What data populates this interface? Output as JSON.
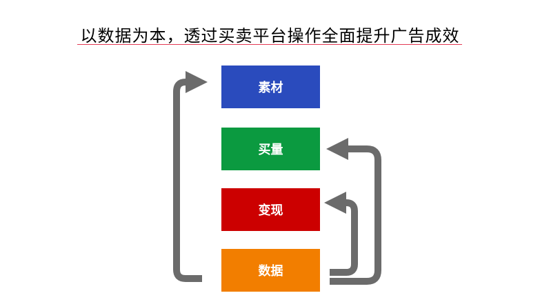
{
  "title": "以数据为本，透过买卖平台操作全面提升广告成效",
  "steps": [
    {
      "label": "素材",
      "color": "#2a4bbd"
    },
    {
      "label": "买量",
      "color": "#0b9a40"
    },
    {
      "label": "变现",
      "color": "#cc0000"
    },
    {
      "label": "数据",
      "color": "#f27e00"
    }
  ],
  "arrow_color": "#6b6b6b",
  "title_underline_color": "#e33a54"
}
